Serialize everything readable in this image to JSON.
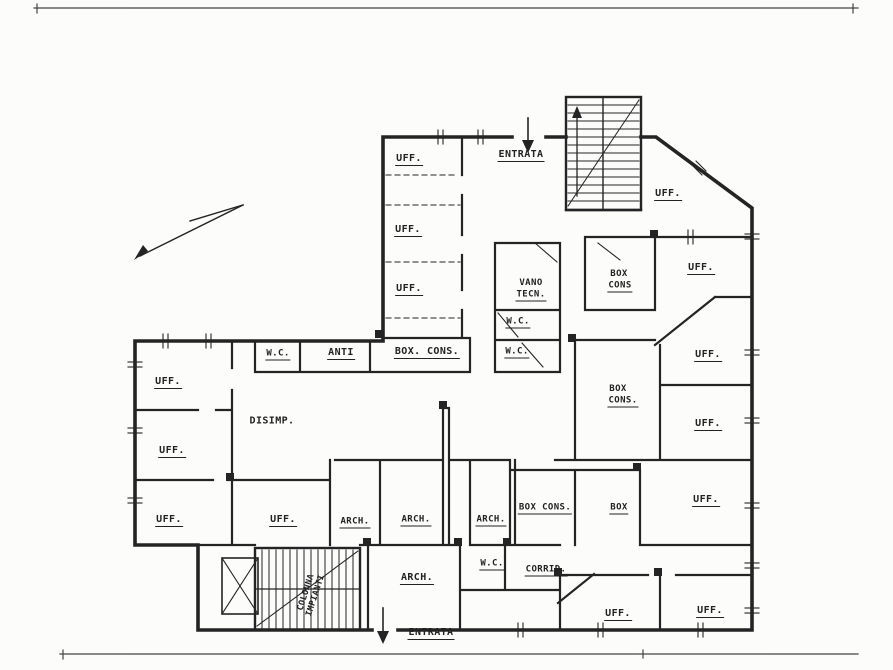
{
  "paper_color": "#fcfcfb",
  "ink_color": "#242424",
  "labels": [
    {
      "text": "UFF."
    },
    {
      "text": "ENTRATA"
    },
    {
      "text": "UFF."
    },
    {
      "text": "UFF."
    },
    {
      "text": "UFF."
    },
    {
      "text": "BOX"
    },
    {
      "text": "CONS"
    },
    {
      "text": "VANO"
    },
    {
      "text": "TECN."
    },
    {
      "text": "UFF."
    },
    {
      "text": "W.C."
    },
    {
      "text": "W.C."
    },
    {
      "text": "W.C."
    },
    {
      "text": "ANTI"
    },
    {
      "text": "BOX. CONS."
    },
    {
      "text": "UFF."
    },
    {
      "text": "BOX"
    },
    {
      "text": "CONS."
    },
    {
      "text": "UFF."
    },
    {
      "text": "DISIMP."
    },
    {
      "text": "UFF."
    },
    {
      "text": "UFF."
    },
    {
      "text": "UFF."
    },
    {
      "text": "UFF."
    },
    {
      "text": "ARCH."
    },
    {
      "text": "ARCH."
    },
    {
      "text": "ARCH."
    },
    {
      "text": "BOX CONS."
    },
    {
      "text": "BOX"
    },
    {
      "text": "UFF."
    },
    {
      "text": "ARCH."
    },
    {
      "text": "W.C."
    },
    {
      "text": "CORRID."
    },
    {
      "text": "COLONNA"
    },
    {
      "text": "IMPIANTI"
    },
    {
      "text": "UFF."
    },
    {
      "text": "UFF."
    },
    {
      "text": "ENTRATA"
    }
  ]
}
